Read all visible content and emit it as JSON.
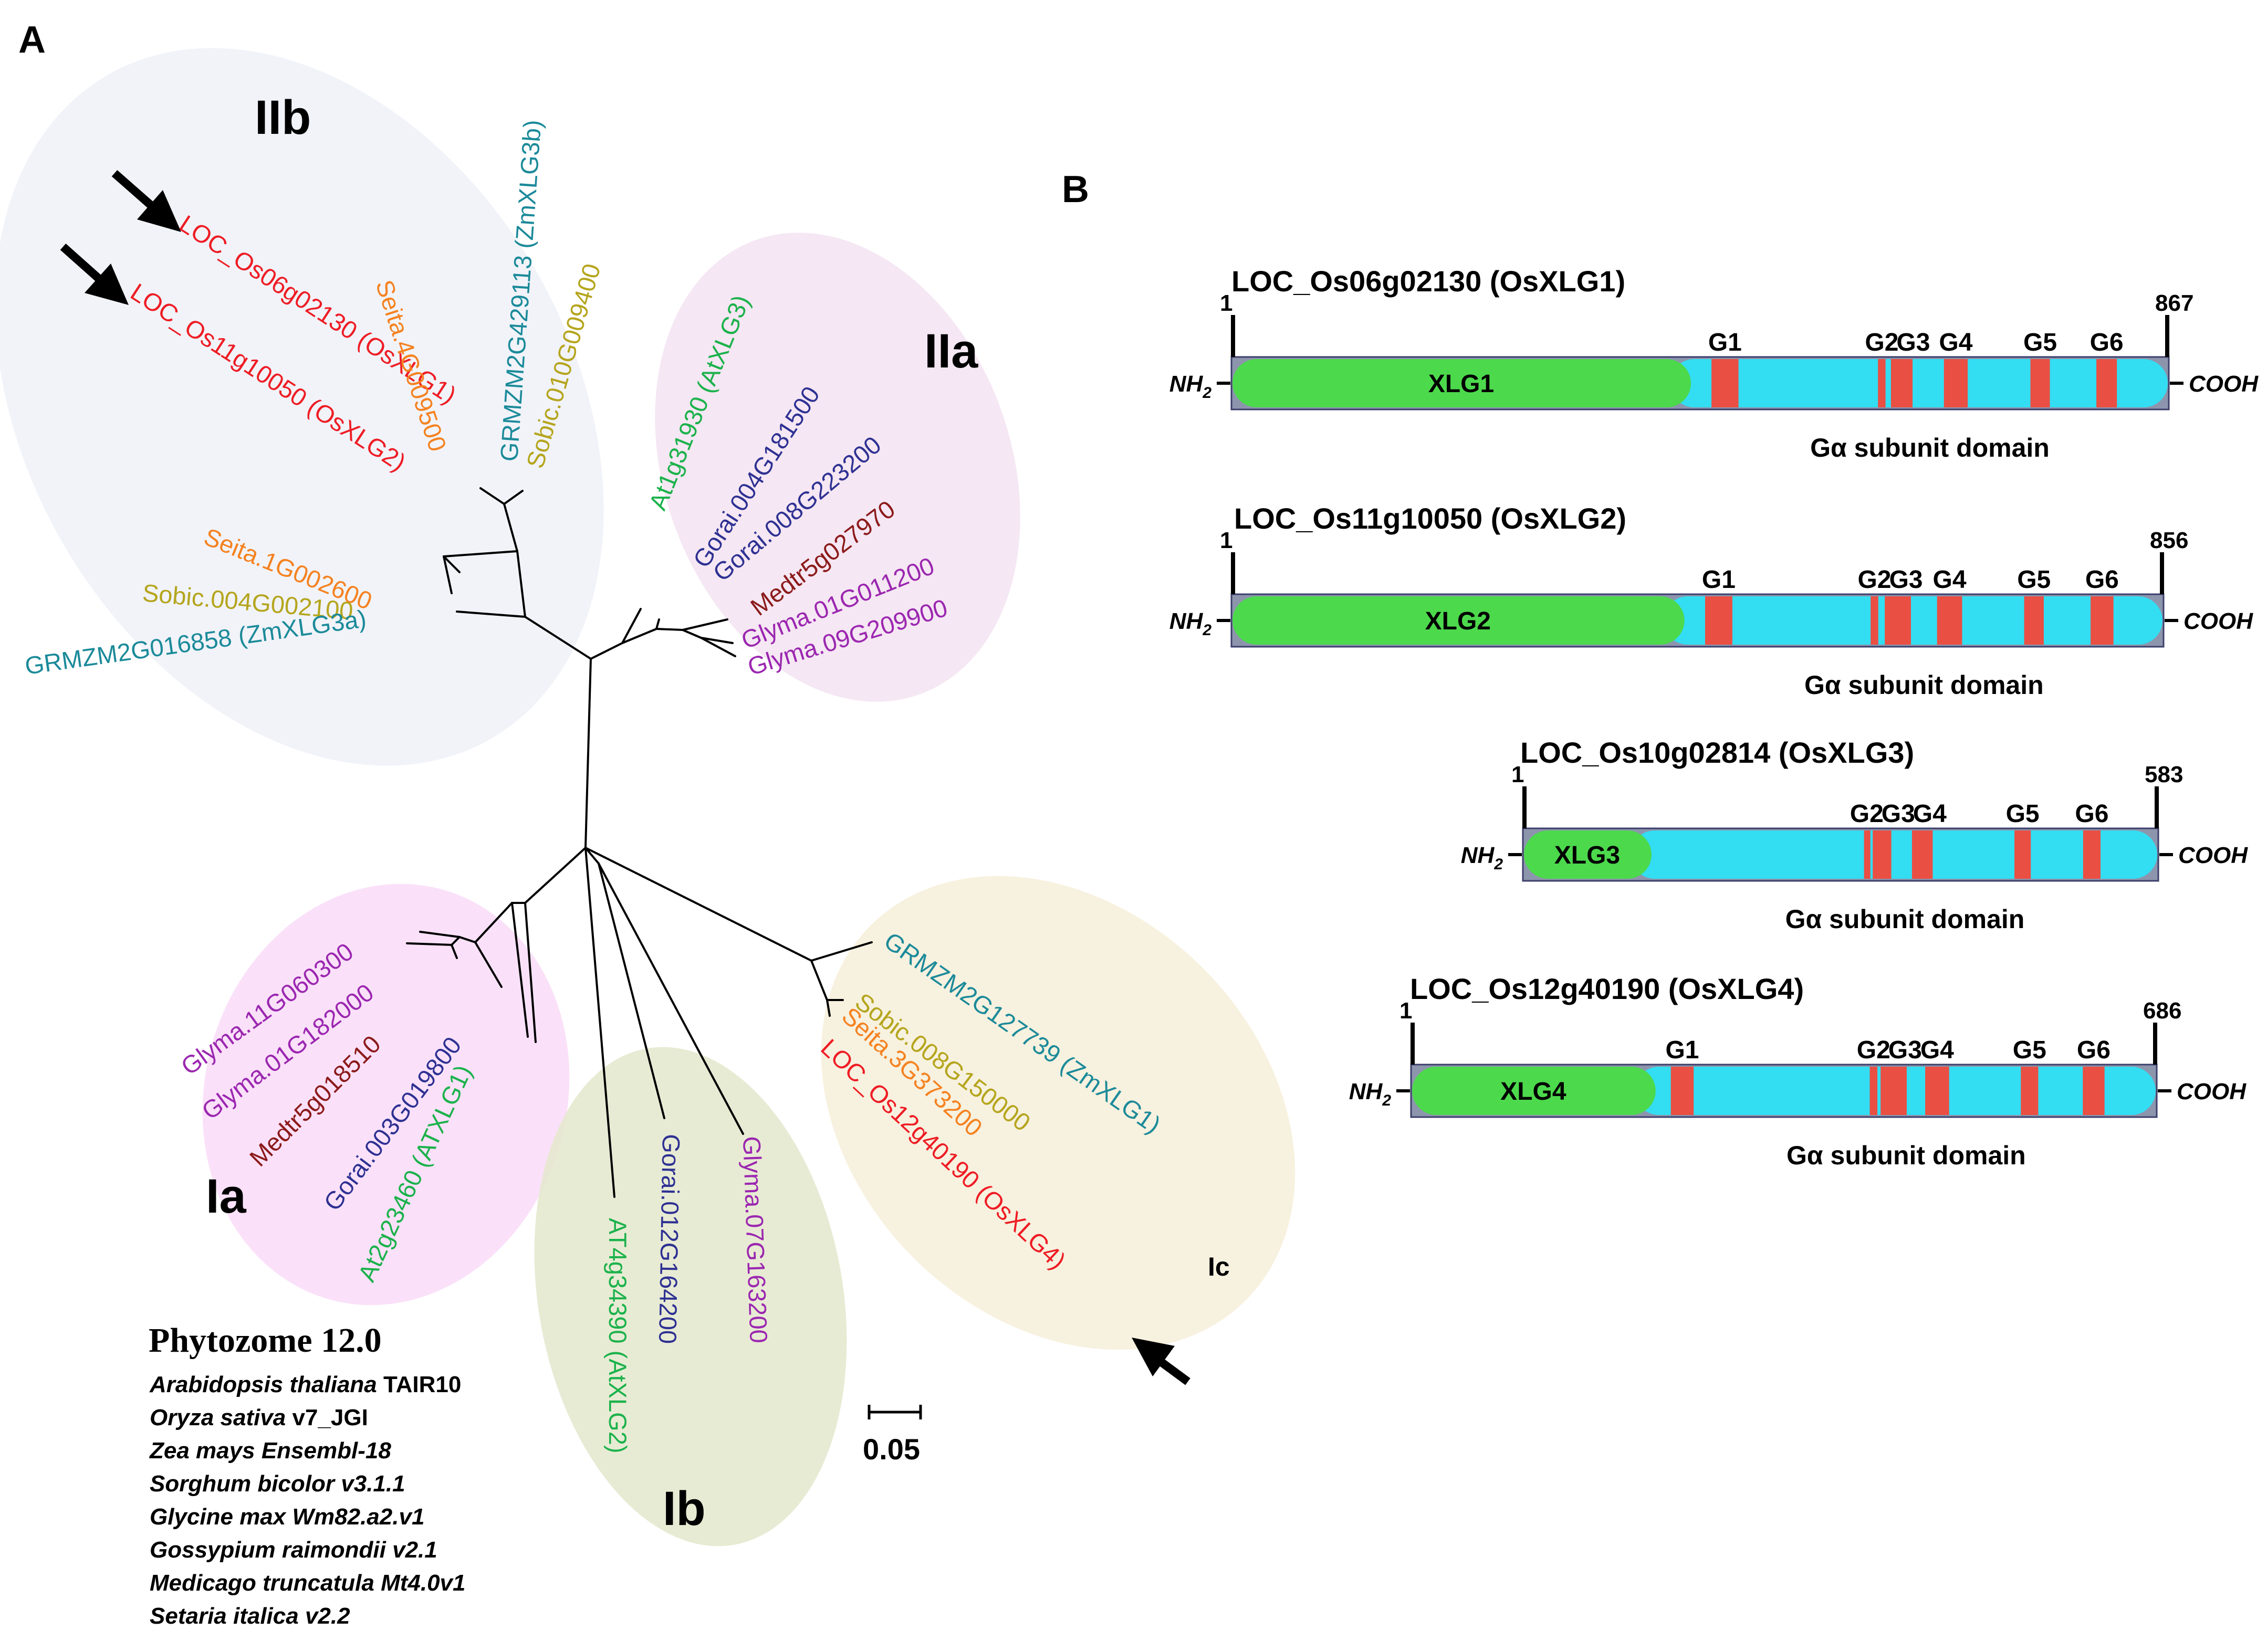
{
  "panel_a": {
    "label": "A",
    "clades": [
      {
        "id": "IIb",
        "label": "IIb"
      },
      {
        "id": "IIa",
        "label": "IIa"
      },
      {
        "id": "Ia",
        "label": "Ia"
      },
      {
        "id": "Ib",
        "label": "Ib"
      },
      {
        "id": "Ic",
        "label": "Ic"
      }
    ],
    "leaves": [
      {
        "id": "os06",
        "text": "LOC_Os06g02130 (OsXLG1)",
        "color": "#ee1c24"
      },
      {
        "id": "os11",
        "text": "LOC_Os11g10050 (OsXLG2)",
        "color": "#ee1c24"
      },
      {
        "id": "seita4",
        "text": "Seita.4G009500",
        "color": "#f58220"
      },
      {
        "id": "zm3b",
        "text": "GRMZM2G429113 (ZmXLG3b)",
        "color": "#1b8a99"
      },
      {
        "id": "sobic10",
        "text": "Sobic.010G009400",
        "color": "#b5a51d"
      },
      {
        "id": "seita1",
        "text": "Seita.1G002600",
        "color": "#f58220"
      },
      {
        "id": "sobic4",
        "text": "Sobic.004G002100",
        "color": "#b5a51d"
      },
      {
        "id": "zm3a",
        "text": "GRMZM2G016858 (ZmXLG3a)",
        "color": "#1b8a99"
      },
      {
        "id": "at1",
        "text": "At1g31930 (AtXLG3)",
        "color": "#1bb24b"
      },
      {
        "id": "gorai4",
        "text": "Gorai.004G181500",
        "color": "#2e3192"
      },
      {
        "id": "gorai8",
        "text": "Gorai.008G223200",
        "color": "#2e3192"
      },
      {
        "id": "medtr5a",
        "text": "Medtr5g027970",
        "color": "#8b1a1a"
      },
      {
        "id": "glyma01a",
        "text": "Glyma.01G011200",
        "color": "#9b27b0"
      },
      {
        "id": "glyma09",
        "text": "Glyma.09G209900",
        "color": "#9b27b0"
      },
      {
        "id": "glyma11",
        "text": "Glyma.11G060300",
        "color": "#9b27b0"
      },
      {
        "id": "glyma01b",
        "text": "Glyma.01G182000",
        "color": "#9b27b0"
      },
      {
        "id": "medtr5b",
        "text": "Medtr5g018510",
        "color": "#8b1a1a"
      },
      {
        "id": "gorai3",
        "text": "Gorai.003G019800",
        "color": "#2e3192"
      },
      {
        "id": "at2",
        "text": "At2g23460 (ATXLG1)",
        "color": "#1bb24b"
      },
      {
        "id": "at4",
        "text": "AT4g34390 (AtXLG2)",
        "color": "#1bb24b"
      },
      {
        "id": "gorai12",
        "text": "Gorai.012G164200",
        "color": "#2e3192"
      },
      {
        "id": "glyma07",
        "text": "Glyma.07G163200",
        "color": "#9b27b0"
      },
      {
        "id": "zm1",
        "text": "GRMZM2G127739 (ZmXLG1)",
        "color": "#1b8a99"
      },
      {
        "id": "sobic8",
        "text": "Sobic.008G150000",
        "color": "#b5a51d"
      },
      {
        "id": "seita3",
        "text": "Seita.3G373200",
        "color": "#f58220"
      },
      {
        "id": "os12",
        "text": "LOC_Os12g40190 (OsXLG4)",
        "color": "#ee1c24"
      }
    ],
    "scale_bar_label": "0.05",
    "source": {
      "title": "Phytozome 12.0",
      "genomes": [
        {
          "species": "Arabidopsis thaliana",
          "version": "TAIR10",
          "version_italic": false
        },
        {
          "species": "Oryza sativa",
          "version": "v7_JGI",
          "version_italic": false
        },
        {
          "species": "Zea mays",
          "version": "Ensembl-18",
          "version_italic": true
        },
        {
          "species": "Sorghum bicolor",
          "version": "v3.1.1",
          "version_italic": true
        },
        {
          "species": "Glycine max",
          "version": "Wm82.a2.v1",
          "version_italic": true
        },
        {
          "species": "Gossypium raimondii",
          "version": "v2.1",
          "version_italic": true
        },
        {
          "species": "Medicago truncatula",
          "version": "Mt4.0v1",
          "version_italic": true
        },
        {
          "species": "Setaria italica",
          "version": "v2.2",
          "version_italic": true
        }
      ]
    }
  },
  "panel_b": {
    "label": "B",
    "n_label": "NH",
    "n_subscript": "2",
    "c_label": "COOH",
    "domain_caption": "Gα subunit domain",
    "colors": {
      "xlg": "#4cd94c",
      "galpha": "#33ddf2",
      "motif": "#e94f43",
      "backbone": "#8d95ad"
    },
    "proteins": [
      {
        "title": "LOC_Os06g02130 (OsXLG1)",
        "start_label": "1",
        "length": 867,
        "end_label": "867",
        "xlg_label": "XLG1",
        "xlg_end": 425,
        "galpha_start": 425,
        "motifs": [
          {
            "label": "G1",
            "start": 444,
            "end": 469
          },
          {
            "label": "G2",
            "start": 598,
            "end": 605
          },
          {
            "label": "G3",
            "start": 610,
            "end": 630
          },
          {
            "label": "G4",
            "start": 659,
            "end": 681
          },
          {
            "label": "G5",
            "start": 739,
            "end": 757
          },
          {
            "label": "G6",
            "start": 800,
            "end": 819
          }
        ]
      },
      {
        "title": "LOC_Os11g10050 (OsXLG2)",
        "start_label": "1",
        "length": 856,
        "end_label": "856",
        "xlg_label": "XLG2",
        "xlg_end": 416,
        "galpha_start": 416,
        "motifs": [
          {
            "label": "G1",
            "start": 435,
            "end": 460
          },
          {
            "label": "G2",
            "start": 587,
            "end": 594
          },
          {
            "label": "G3",
            "start": 600,
            "end": 624
          },
          {
            "label": "G4",
            "start": 648,
            "end": 671
          },
          {
            "label": "G5",
            "start": 728,
            "end": 746
          },
          {
            "label": "G6",
            "start": 789,
            "end": 810
          }
        ]
      },
      {
        "title": "LOC_Os10g02814 (OsXLG3)",
        "start_label": "1",
        "length": 583,
        "end_label": "583",
        "xlg_label": "XLG3",
        "xlg_end": 118,
        "galpha_start": 118,
        "motifs": [
          {
            "label": "G2",
            "start": 313,
            "end": 318
          },
          {
            "label": "G3",
            "start": 321,
            "end": 338
          },
          {
            "label": "G4",
            "start": 357,
            "end": 376
          },
          {
            "label": "G5",
            "start": 451,
            "end": 466
          },
          {
            "label": "G6",
            "start": 514,
            "end": 530
          }
        ]
      },
      {
        "title": "LOC_Os12g40190 (OsXLG4)",
        "start_label": "1",
        "length": 686,
        "end_label": "686",
        "xlg_label": "XLG4",
        "xlg_end": 225,
        "galpha_start": 225,
        "motifs": [
          {
            "label": "G1",
            "start": 239,
            "end": 260
          },
          {
            "label": "G2",
            "start": 422,
            "end": 429
          },
          {
            "label": "G3",
            "start": 432,
            "end": 456
          },
          {
            "label": "G4",
            "start": 473,
            "end": 495
          },
          {
            "label": "G5",
            "start": 561,
            "end": 577
          },
          {
            "label": "G6",
            "start": 618,
            "end": 638
          }
        ]
      }
    ]
  }
}
